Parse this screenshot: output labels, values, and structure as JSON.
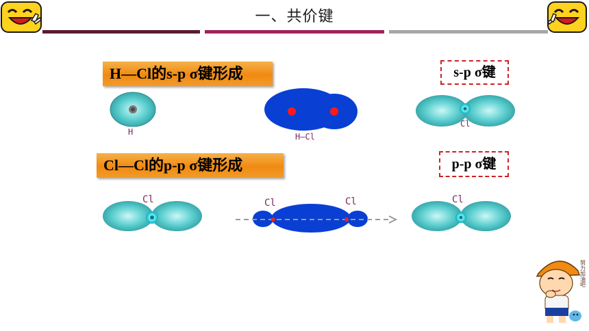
{
  "header": {
    "title": "一、共价键"
  },
  "colors": {
    "bar_left": "#5a1a34",
    "bar_middle": "#a0245c",
    "bar_right": "#a6a6a6",
    "banner": "#f08a12",
    "orbital_cyan": "#4fc9c9",
    "bonding_blue": "#0a3fd4",
    "nucleus_red": "#ff1a1a"
  },
  "section1": {
    "banner": "H—Cl的s-p σ键形成",
    "tag": "s-p σ键",
    "h_label": "H",
    "hcl_label": "H—Cl",
    "cl_label": "Cl"
  },
  "section2": {
    "banner": "Cl—Cl的p-p σ键形成",
    "tag": "p-p σ键",
    "cl_label_1": "Cl",
    "cl_label_2a": "Cl",
    "cl_label_2b": "Cl",
    "cl_label_3": "Cl"
  },
  "decor": {
    "cartoon_caption": "努力加油吧"
  },
  "icons": {
    "left": "smiley-victory-icon",
    "right": "smiley-victory-icon",
    "mascot": "cartoon-boy-icon"
  }
}
